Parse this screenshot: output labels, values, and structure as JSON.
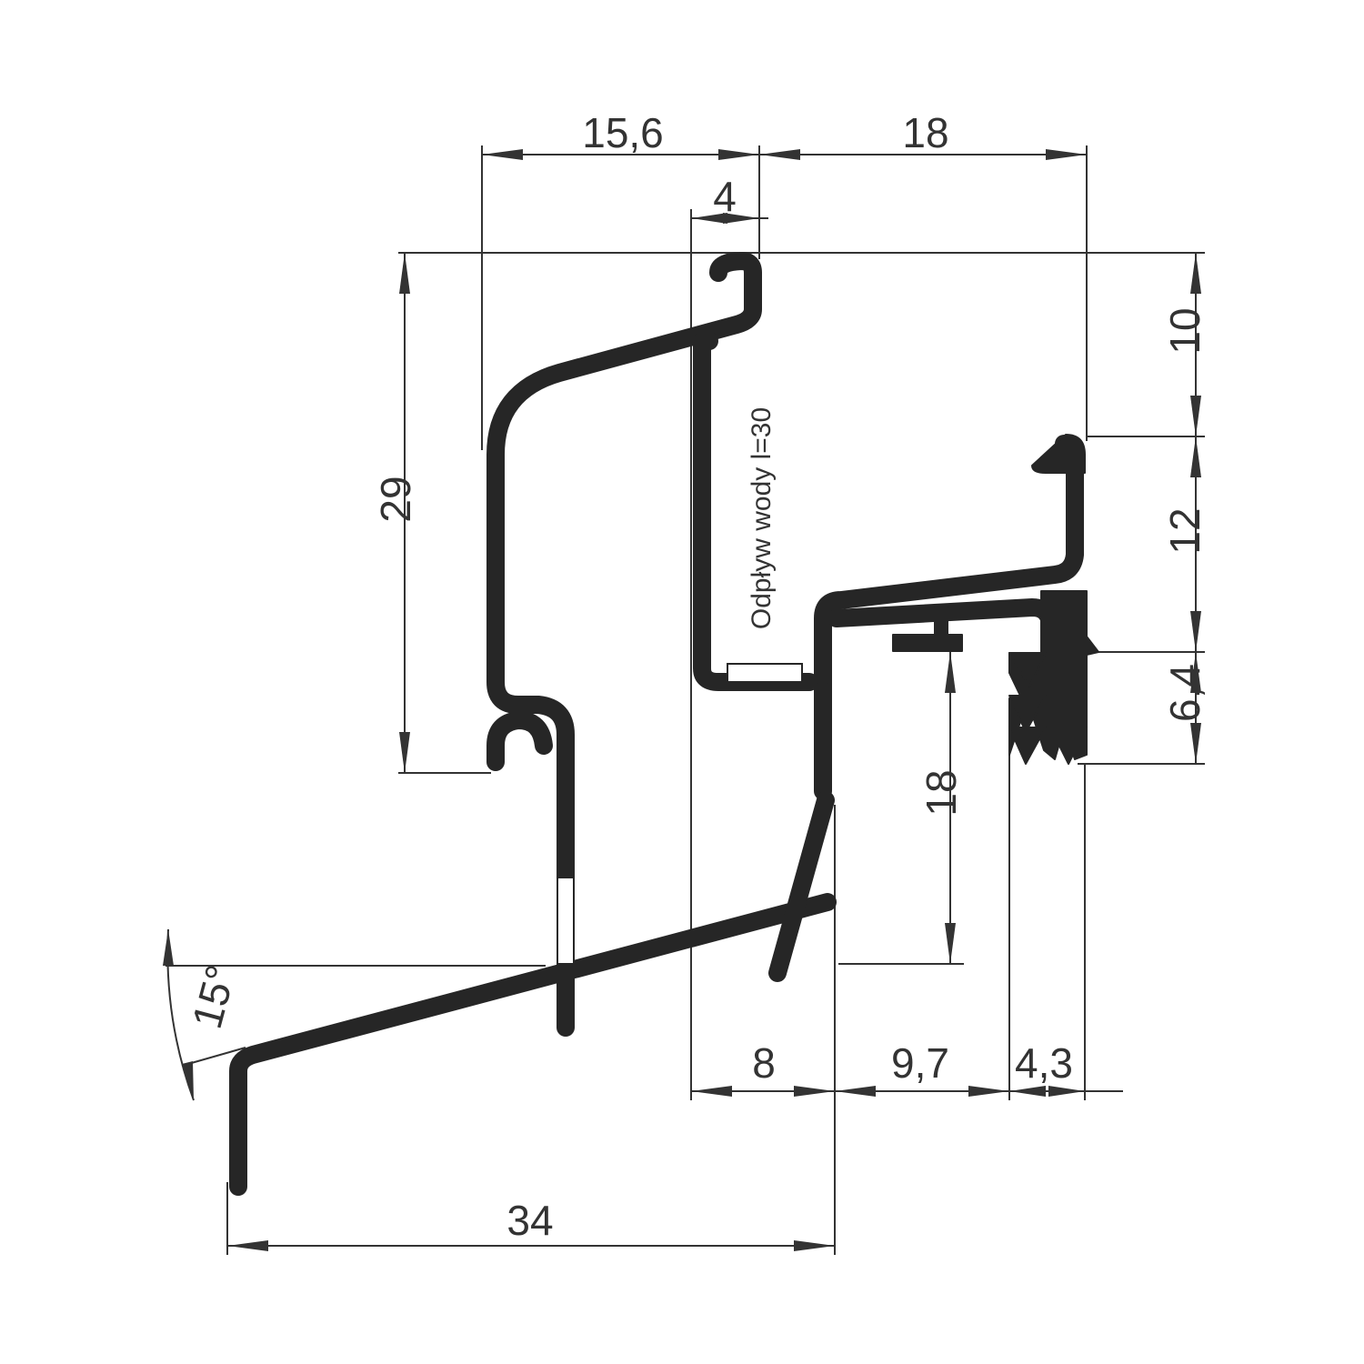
{
  "colors": {
    "background": "#ffffff",
    "profile": "#262626",
    "dimension": "#333333"
  },
  "dimensions": {
    "top_left_width": "15,6",
    "top_right_width": "18",
    "top_gap": "4",
    "height_left": "29",
    "height_top_right": "10",
    "height_mid_right": "12",
    "height_seal": "6,4",
    "height_inner": "18",
    "angle": "15°",
    "bottom_8": "8",
    "bottom_9_7": "9,7",
    "bottom_4_3": "4,3",
    "bottom_total": "34"
  },
  "note": "Odpływ wody l=30"
}
